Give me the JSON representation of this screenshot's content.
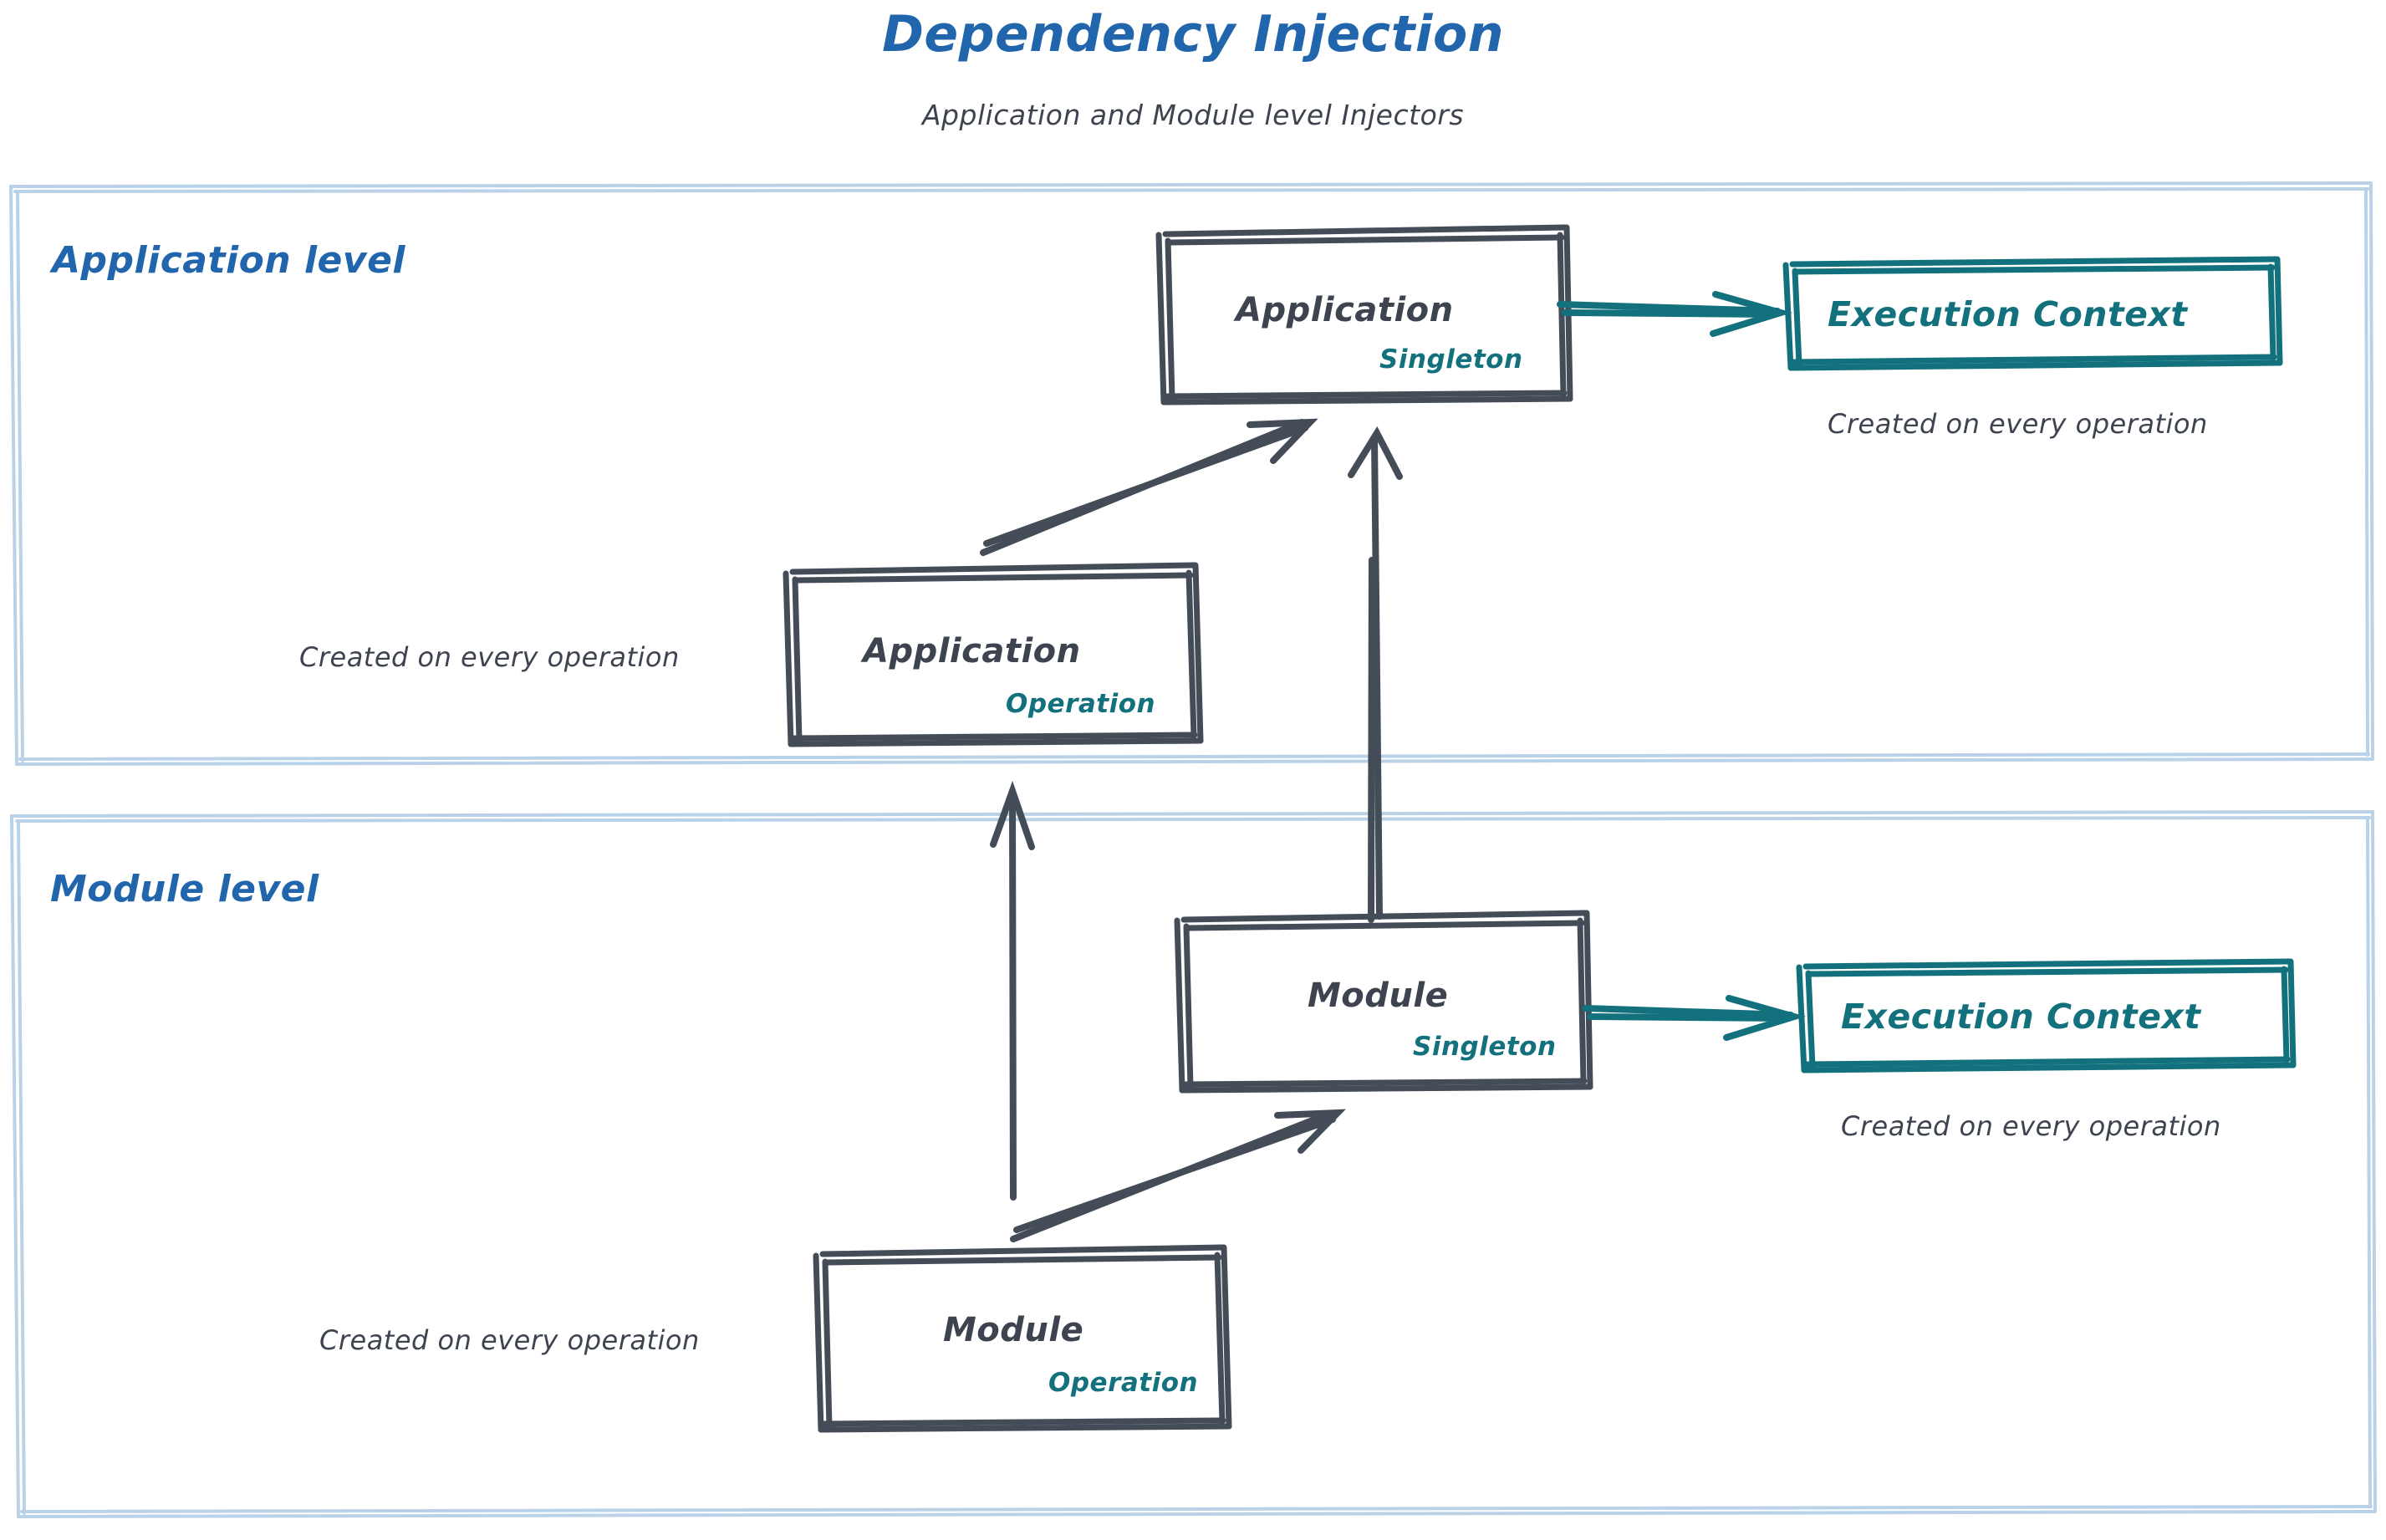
{
  "header": {
    "title": "Dependency Injection",
    "subtitle": "Application and Module level Injectors"
  },
  "colors": {
    "title_blue": "#2166ac",
    "container_border": "#b9d2e8",
    "node_stroke": "#434c57",
    "accent_teal": "#13717d",
    "text_dark": "#3d4450",
    "background": "#ffffff"
  },
  "containers": [
    {
      "id": "application-level",
      "label": "Application level"
    },
    {
      "id": "module-level",
      "label": "Module level"
    }
  ],
  "nodes": [
    {
      "id": "application-singleton",
      "title": "Application",
      "scope": "Singleton",
      "level": "Application level"
    },
    {
      "id": "application-operation",
      "title": "Application",
      "scope": "Operation",
      "level": "Application level"
    },
    {
      "id": "module-singleton",
      "title": "Module",
      "scope": "Singleton",
      "level": "Module level"
    },
    {
      "id": "module-operation",
      "title": "Module",
      "scope": "Operation",
      "level": "Module level"
    }
  ],
  "execution_contexts": [
    {
      "id": "application-execution-context",
      "label": "Execution Context",
      "note": "Created on every operation"
    },
    {
      "id": "module-execution-context",
      "label": "Execution Context",
      "note": "Created on every operation"
    }
  ],
  "notes": [
    {
      "id": "application-operation-note",
      "text": "Created on every operation"
    },
    {
      "id": "module-operation-note",
      "text": "Created on every operation"
    }
  ],
  "edges": [
    {
      "id": "application-singleton-to-execution-context",
      "from": "application-singleton",
      "to": "application-execution-context",
      "color": "#13717d",
      "direction": "right"
    },
    {
      "id": "application-operation-to-application-singleton",
      "from": "application-operation",
      "to": "application-singleton",
      "color": "#434c57",
      "direction": "up-right"
    },
    {
      "id": "module-singleton-to-application-singleton",
      "from": "module-singleton",
      "to": "application-singleton",
      "color": "#434c57",
      "direction": "up"
    },
    {
      "id": "module-operation-to-application-operation",
      "from": "module-operation",
      "to": "application-operation",
      "color": "#434c57",
      "direction": "up"
    },
    {
      "id": "module-operation-to-module-singleton",
      "from": "module-operation",
      "to": "module-singleton",
      "color": "#434c57",
      "direction": "up-right"
    },
    {
      "id": "module-singleton-to-execution-context",
      "from": "module-singleton",
      "to": "module-execution-context",
      "color": "#13717d",
      "direction": "right"
    }
  ]
}
